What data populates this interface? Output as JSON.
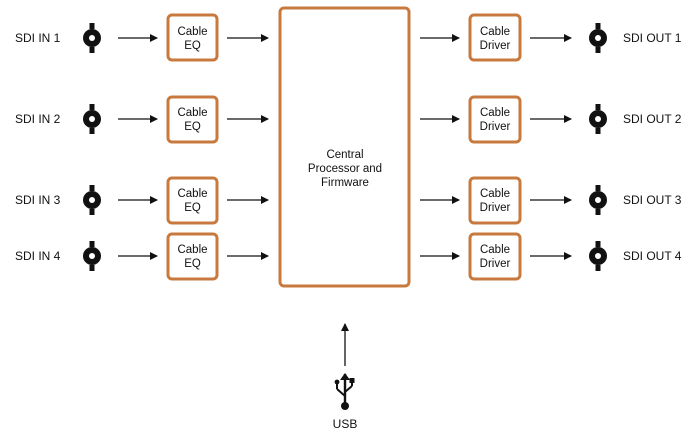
{
  "colors": {
    "box_border": "#C87A3E",
    "line": "#111111",
    "connector": "#111111"
  },
  "inputs": [
    {
      "label": "SDI IN 1",
      "eq_line1": "Cable",
      "eq_line2": "EQ"
    },
    {
      "label": "SDI IN 2",
      "eq_line1": "Cable",
      "eq_line2": "EQ"
    },
    {
      "label": "SDI IN 3",
      "eq_line1": "Cable",
      "eq_line2": "EQ"
    },
    {
      "label": "SDI IN 4",
      "eq_line1": "Cable",
      "eq_line2": "EQ"
    }
  ],
  "outputs": [
    {
      "label": "SDI OUT 1",
      "drv_line1": "Cable",
      "drv_line2": "Driver"
    },
    {
      "label": "SDI OUT 2",
      "drv_line1": "Cable",
      "drv_line2": "Driver"
    },
    {
      "label": "SDI OUT 3",
      "drv_line1": "Cable",
      "drv_line2": "Driver"
    },
    {
      "label": "SDI OUT 4",
      "drv_line1": "Cable",
      "drv_line2": "Driver"
    }
  ],
  "processor": {
    "line1": "Central",
    "line2": "Processor and",
    "line3": "Firmware"
  },
  "usb": {
    "label": "USB",
    "icon": "usb-icon"
  }
}
